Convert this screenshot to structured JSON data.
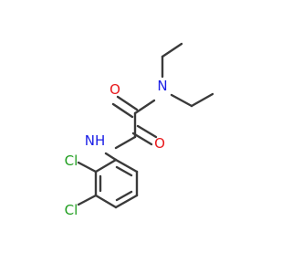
{
  "molecule": {
    "atoms": [
      {
        "id": "O1",
        "label": "O",
        "color": "#e8191c"
      },
      {
        "id": "N1",
        "label": "N",
        "color": "#1a1ee6"
      },
      {
        "id": "NH",
        "label": "NH",
        "color": "#1a1ee6"
      },
      {
        "id": "O2",
        "label": "O",
        "color": "#e8191c"
      },
      {
        "id": "Cl1",
        "label": "Cl",
        "color": "#1f9e1f"
      },
      {
        "id": "Cl2",
        "label": "Cl",
        "color": "#1f9e1f"
      }
    ],
    "bond_color": "#3a3a3a"
  }
}
